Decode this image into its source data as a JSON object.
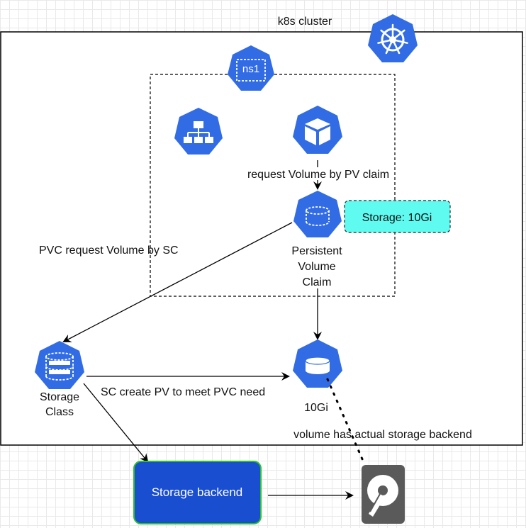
{
  "cluster": {
    "title": "k8s cluster",
    "icon": "kubernetes-wheel-icon"
  },
  "namespace": {
    "label": "ns1"
  },
  "pvc": {
    "label_line1": "Persistent",
    "label_line2": "Volume",
    "label_line3": "Claim",
    "storage_note": "Storage: 10Gi"
  },
  "pv": {
    "label": "10Gi"
  },
  "storage_class": {
    "label_line1": "Storage",
    "label_line2": "Class"
  },
  "storage_backend": {
    "label": "Storage backend"
  },
  "edges": {
    "pod_to_pvc": "request Volume by PV claim",
    "pvc_to_sc": "PVC request Volume by SC",
    "sc_to_pv": "SC create PV to meet PVC need",
    "pv_to_disk": "volume has actual storage backend"
  },
  "colors": {
    "k8s_blue": "#326ce5",
    "note_fill": "#5ffbf1",
    "backend_fill": "#1a4ed0",
    "backend_border": "#2bc12b",
    "disk_gray": "#5a5a5a"
  }
}
